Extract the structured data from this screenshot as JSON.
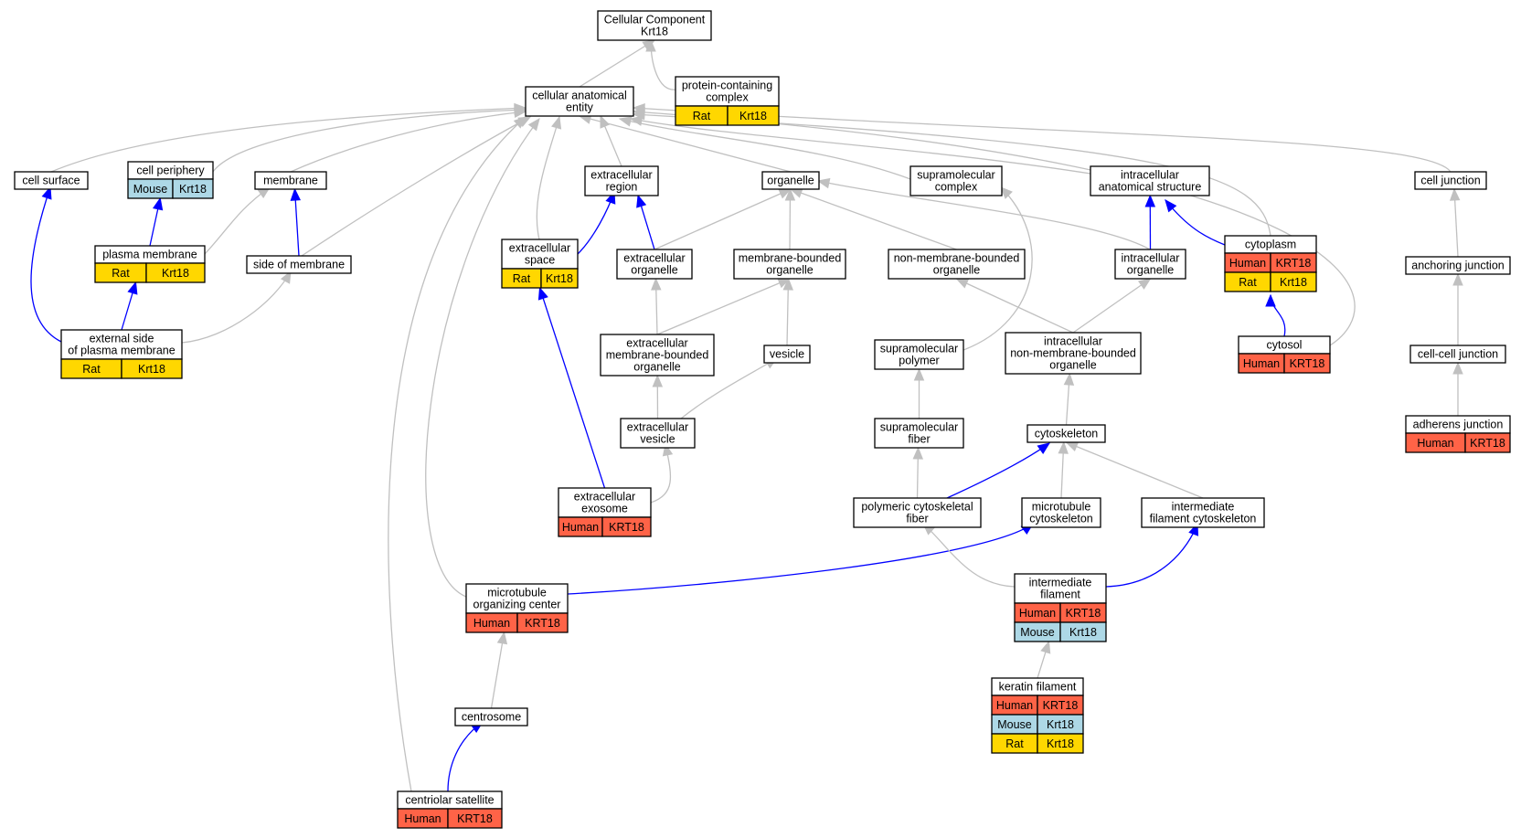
{
  "colors": {
    "Human": "#ff6347",
    "Mouse": "#add8e6",
    "Rat": "#ffd700",
    "is_a_edge": "#c0c0c0",
    "part_of_edge": "#0000ff"
  },
  "nodes": {
    "root": {
      "lines": [
        "Cellular Component",
        "Krt18"
      ],
      "annotations": []
    },
    "cae": {
      "lines": [
        "cellular anatomical",
        "entity"
      ],
      "annotations": []
    },
    "pcc": {
      "lines": [
        "protein-containing",
        "complex"
      ],
      "annotations": [
        [
          "Rat",
          "Krt18"
        ]
      ]
    },
    "csurf": {
      "lines": [
        "cell surface"
      ],
      "annotations": []
    },
    "cper": {
      "lines": [
        "cell periphery"
      ],
      "annotations": [
        [
          "Mouse",
          "Krt18"
        ]
      ]
    },
    "memb": {
      "lines": [
        "membrane"
      ],
      "annotations": []
    },
    "ecreg": {
      "lines": [
        "extracellular",
        "region"
      ],
      "annotations": []
    },
    "org": {
      "lines": [
        "organelle"
      ],
      "annotations": []
    },
    "smc": {
      "lines": [
        "supramolecular",
        "complex"
      ],
      "annotations": []
    },
    "ias": {
      "lines": [
        "intracellular",
        "anatomical structure"
      ],
      "annotations": []
    },
    "cj": {
      "lines": [
        "cell junction"
      ],
      "annotations": []
    },
    "pm": {
      "lines": [
        "plasma membrane"
      ],
      "annotations": [
        [
          "Rat",
          "Krt18"
        ]
      ]
    },
    "som": {
      "lines": [
        "side of membrane"
      ],
      "annotations": []
    },
    "ecs": {
      "lines": [
        "extracellular",
        "space"
      ],
      "annotations": [
        [
          "Rat",
          "Krt18"
        ]
      ]
    },
    "eco": {
      "lines": [
        "extracellular",
        "organelle"
      ],
      "annotations": []
    },
    "mbo": {
      "lines": [
        "membrane-bounded",
        "organelle"
      ],
      "annotations": []
    },
    "nmbo": {
      "lines": [
        "non-membrane-bounded",
        "organelle"
      ],
      "annotations": []
    },
    "io": {
      "lines": [
        "intracellular",
        "organelle"
      ],
      "annotations": []
    },
    "cyto": {
      "lines": [
        "cytoplasm"
      ],
      "annotations": [
        [
          "Human",
          "KRT18"
        ],
        [
          "Rat",
          "Krt18"
        ]
      ]
    },
    "aj": {
      "lines": [
        "anchoring junction"
      ],
      "annotations": []
    },
    "espm": {
      "lines": [
        "external side",
        "of plasma membrane"
      ],
      "annotations": [
        [
          "Rat",
          "Krt18"
        ]
      ]
    },
    "ecmbo": {
      "lines": [
        "extracellular",
        "membrane-bounded",
        "organelle"
      ],
      "annotations": []
    },
    "ves": {
      "lines": [
        "vesicle"
      ],
      "annotations": []
    },
    "smp": {
      "lines": [
        "supramolecular",
        "polymer"
      ],
      "annotations": []
    },
    "inmbo": {
      "lines": [
        "intracellular",
        "non-membrane-bounded",
        "organelle"
      ],
      "annotations": []
    },
    "cytosol": {
      "lines": [
        "cytosol"
      ],
      "annotations": [
        [
          "Human",
          "KRT18"
        ]
      ]
    },
    "ccj": {
      "lines": [
        "cell-cell junction"
      ],
      "annotations": []
    },
    "ecv": {
      "lines": [
        "extracellular",
        "vesicle"
      ],
      "annotations": []
    },
    "smf": {
      "lines": [
        "supramolecular",
        "fiber"
      ],
      "annotations": []
    },
    "csk": {
      "lines": [
        "cytoskeleton"
      ],
      "annotations": []
    },
    "adj": {
      "lines": [
        "adherens junction"
      ],
      "annotations": [
        [
          "Human",
          "KRT18"
        ]
      ]
    },
    "exo": {
      "lines": [
        "extracellular",
        "exosome"
      ],
      "annotations": [
        [
          "Human",
          "KRT18"
        ]
      ]
    },
    "pcf": {
      "lines": [
        "polymeric cytoskeletal",
        "fiber"
      ],
      "annotations": []
    },
    "mtc": {
      "lines": [
        "microtubule",
        "cytoskeleton"
      ],
      "annotations": []
    },
    "ifc": {
      "lines": [
        "intermediate",
        "filament cytoskeleton"
      ],
      "annotations": []
    },
    "mtoc": {
      "lines": [
        "microtubule",
        "organizing center"
      ],
      "annotations": [
        [
          "Human",
          "KRT18"
        ]
      ]
    },
    "if": {
      "lines": [
        "intermediate",
        "filament"
      ],
      "annotations": [
        [
          "Human",
          "KRT18"
        ],
        [
          "Mouse",
          "Krt18"
        ]
      ]
    },
    "kf": {
      "lines": [
        "keratin filament"
      ],
      "annotations": [
        [
          "Human",
          "KRT18"
        ],
        [
          "Mouse",
          "Krt18"
        ],
        [
          "Rat",
          "Krt18"
        ]
      ]
    },
    "cent": {
      "lines": [
        "centrosome"
      ],
      "annotations": []
    },
    "cs": {
      "lines": [
        "centriolar satellite"
      ],
      "annotations": [
        [
          "Human",
          "KRT18"
        ]
      ]
    }
  },
  "edges": [
    {
      "from": "cae",
      "to": "root",
      "type": "is_a"
    },
    {
      "from": "pcc",
      "to": "root",
      "type": "is_a"
    },
    {
      "from": "csurf",
      "to": "cae",
      "type": "is_a"
    },
    {
      "from": "cper",
      "to": "cae",
      "type": "is_a"
    },
    {
      "from": "memb",
      "to": "cae",
      "type": "is_a"
    },
    {
      "from": "som",
      "to": "cae",
      "type": "is_a"
    },
    {
      "from": "mtoc",
      "to": "cae",
      "type": "is_a"
    },
    {
      "from": "cs",
      "to": "cae",
      "type": "is_a"
    },
    {
      "from": "ecs",
      "to": "cae",
      "type": "is_a"
    },
    {
      "from": "ecreg",
      "to": "cae",
      "type": "is_a"
    },
    {
      "from": "org",
      "to": "cae",
      "type": "is_a"
    },
    {
      "from": "smc",
      "to": "cae",
      "type": "is_a"
    },
    {
      "from": "ias",
      "to": "cae",
      "type": "is_a"
    },
    {
      "from": "cyto",
      "to": "cae",
      "type": "is_a"
    },
    {
      "from": "cytosol",
      "to": "cae",
      "type": "is_a"
    },
    {
      "from": "cj",
      "to": "cae",
      "type": "is_a"
    },
    {
      "from": "pm",
      "to": "cper",
      "type": "part_of"
    },
    {
      "from": "pm",
      "to": "memb",
      "type": "is_a"
    },
    {
      "from": "som",
      "to": "memb",
      "type": "part_of"
    },
    {
      "from": "espm",
      "to": "csurf",
      "type": "part_of"
    },
    {
      "from": "espm",
      "to": "pm",
      "type": "part_of"
    },
    {
      "from": "espm",
      "to": "som",
      "type": "is_a"
    },
    {
      "from": "ecs",
      "to": "ecreg",
      "type": "part_of"
    },
    {
      "from": "eco",
      "to": "ecreg",
      "type": "part_of"
    },
    {
      "from": "exo",
      "to": "ecs",
      "type": "part_of"
    },
    {
      "from": "eco",
      "to": "org",
      "type": "is_a"
    },
    {
      "from": "mbo",
      "to": "org",
      "type": "is_a"
    },
    {
      "from": "nmbo",
      "to": "org",
      "type": "is_a"
    },
    {
      "from": "io",
      "to": "org",
      "type": "is_a"
    },
    {
      "from": "ecmbo",
      "to": "eco",
      "type": "is_a"
    },
    {
      "from": "ecmbo",
      "to": "mbo",
      "type": "is_a"
    },
    {
      "from": "ves",
      "to": "mbo",
      "type": "is_a"
    },
    {
      "from": "ecv",
      "to": "ecmbo",
      "type": "is_a"
    },
    {
      "from": "ecv",
      "to": "ves",
      "type": "is_a"
    },
    {
      "from": "exo",
      "to": "ecv",
      "type": "is_a"
    },
    {
      "from": "smp",
      "to": "smc",
      "type": "is_a"
    },
    {
      "from": "smf",
      "to": "smp",
      "type": "is_a"
    },
    {
      "from": "pcf",
      "to": "smf",
      "type": "is_a"
    },
    {
      "from": "io",
      "to": "ias",
      "type": "part_of"
    },
    {
      "from": "cyto",
      "to": "ias",
      "type": "part_of"
    },
    {
      "from": "cytosol",
      "to": "cyto",
      "type": "part_of"
    },
    {
      "from": "inmbo",
      "to": "nmbo",
      "type": "is_a"
    },
    {
      "from": "inmbo",
      "to": "io",
      "type": "is_a"
    },
    {
      "from": "csk",
      "to": "inmbo",
      "type": "is_a"
    },
    {
      "from": "pcf",
      "to": "csk",
      "type": "part_of"
    },
    {
      "from": "mtc",
      "to": "csk",
      "type": "is_a"
    },
    {
      "from": "ifc",
      "to": "csk",
      "type": "is_a"
    },
    {
      "from": "mtoc",
      "to": "mtc",
      "type": "part_of"
    },
    {
      "from": "if",
      "to": "pcf",
      "type": "is_a"
    },
    {
      "from": "if",
      "to": "ifc",
      "type": "part_of"
    },
    {
      "from": "kf",
      "to": "if",
      "type": "is_a"
    },
    {
      "from": "cent",
      "to": "mtoc",
      "type": "is_a"
    },
    {
      "from": "cs",
      "to": "cent",
      "type": "part_of"
    },
    {
      "from": "aj",
      "to": "cj",
      "type": "is_a"
    },
    {
      "from": "ccj",
      "to": "aj",
      "type": "is_a"
    },
    {
      "from": "adj",
      "to": "ccj",
      "type": "is_a"
    }
  ]
}
